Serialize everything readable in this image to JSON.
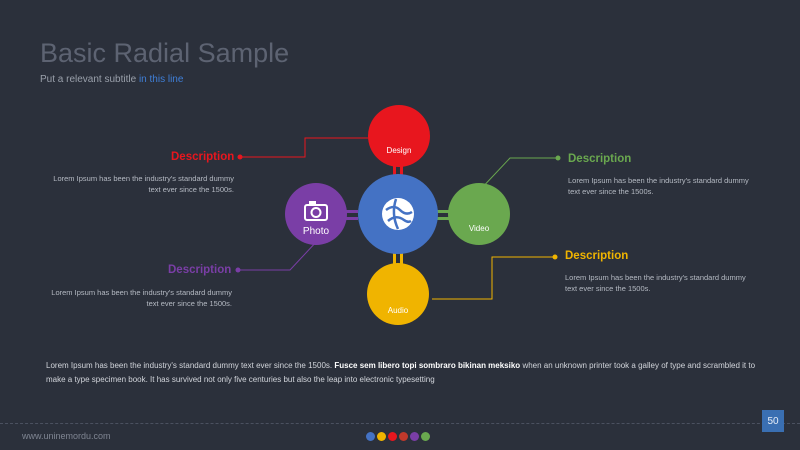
{
  "slide": {
    "title": "Basic Radial Sample",
    "subtitle_prefix": "Put a relevant subtitle",
    "subtitle_highlight": "in this line"
  },
  "hub": {
    "icon": "globe-icon",
    "color": "#4472c4"
  },
  "nodes": [
    {
      "id": "design",
      "label": "Design",
      "color": "#e8161e"
    },
    {
      "id": "video",
      "label": "Video",
      "color": "#6aa84f"
    },
    {
      "id": "audio",
      "label": "Audio",
      "color": "#f0b400"
    },
    {
      "id": "photo",
      "label": "Photo",
      "color": "#7a3ea6",
      "icon": "camera-icon"
    }
  ],
  "descriptions": [
    {
      "title": "Description",
      "color": "#e8161e",
      "body": "Lorem Ipsum has been the industry's standard dummy text ever since the 1500s."
    },
    {
      "title": "Description",
      "color": "#6aa84f",
      "body": "Lorem Ipsum has been the industry's standard dummy text ever since the 1500s."
    },
    {
      "title": "Description",
      "color": "#f0b400",
      "body": "Lorem Ipsum has been the industry's standard dummy text ever since the 1500s."
    },
    {
      "title": "Description",
      "color": "#7a3ea6",
      "body": "Lorem Ipsum has been the industry's standard dummy text ever since the 1500s."
    }
  ],
  "bottom": {
    "text_before": "Lorem Ipsum has been the industry's standard dummy text ever since the 1500s.",
    "text_bold": "Fusce sem libero topi sombraro bikinan meksiko",
    "text_after": "when an unknown printer took a galley of type and scrambled it to make a type specimen book. It has survived not only five centuries but also the leap into electronic typesetting"
  },
  "footer": {
    "url": "www.uninemordu.com",
    "page_number": "50",
    "dot_colors": [
      "#4472c4",
      "#f0b400",
      "#e8161e",
      "#c0392b",
      "#7a3ea6",
      "#6aa84f"
    ]
  }
}
